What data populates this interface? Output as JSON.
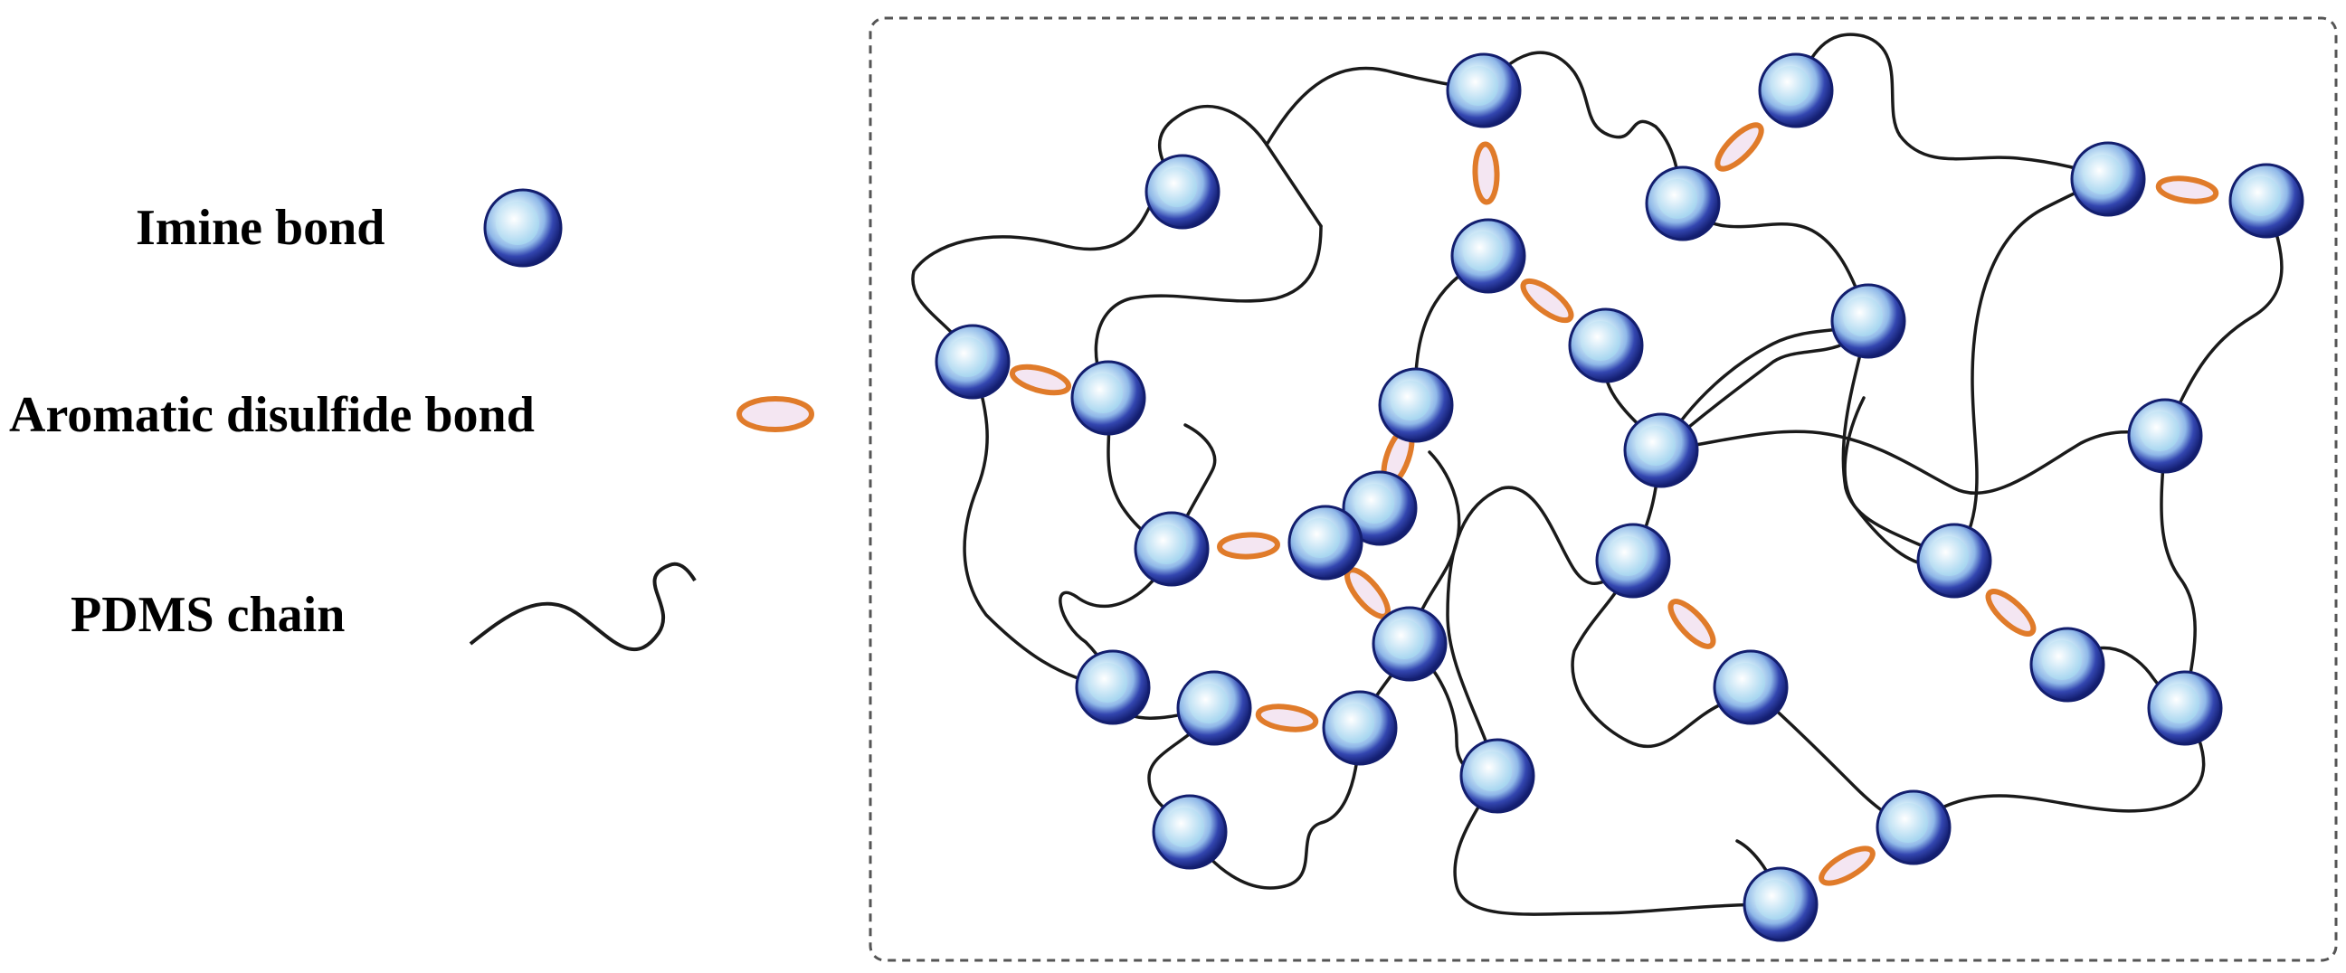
{
  "legend": {
    "imine_label": "Imine bond",
    "disulfide_label": "Aromatic disulfide bond",
    "chain_label": "PDMS chain"
  },
  "colors": {
    "imine_outer": "#1e2d8c",
    "imine_inner": "#bfe4f5",
    "disulfide_stroke": "#e07b2a",
    "disulfide_fill": "#f4e6f2",
    "chain": "#1a1a1a",
    "frame": "#555555"
  }
}
